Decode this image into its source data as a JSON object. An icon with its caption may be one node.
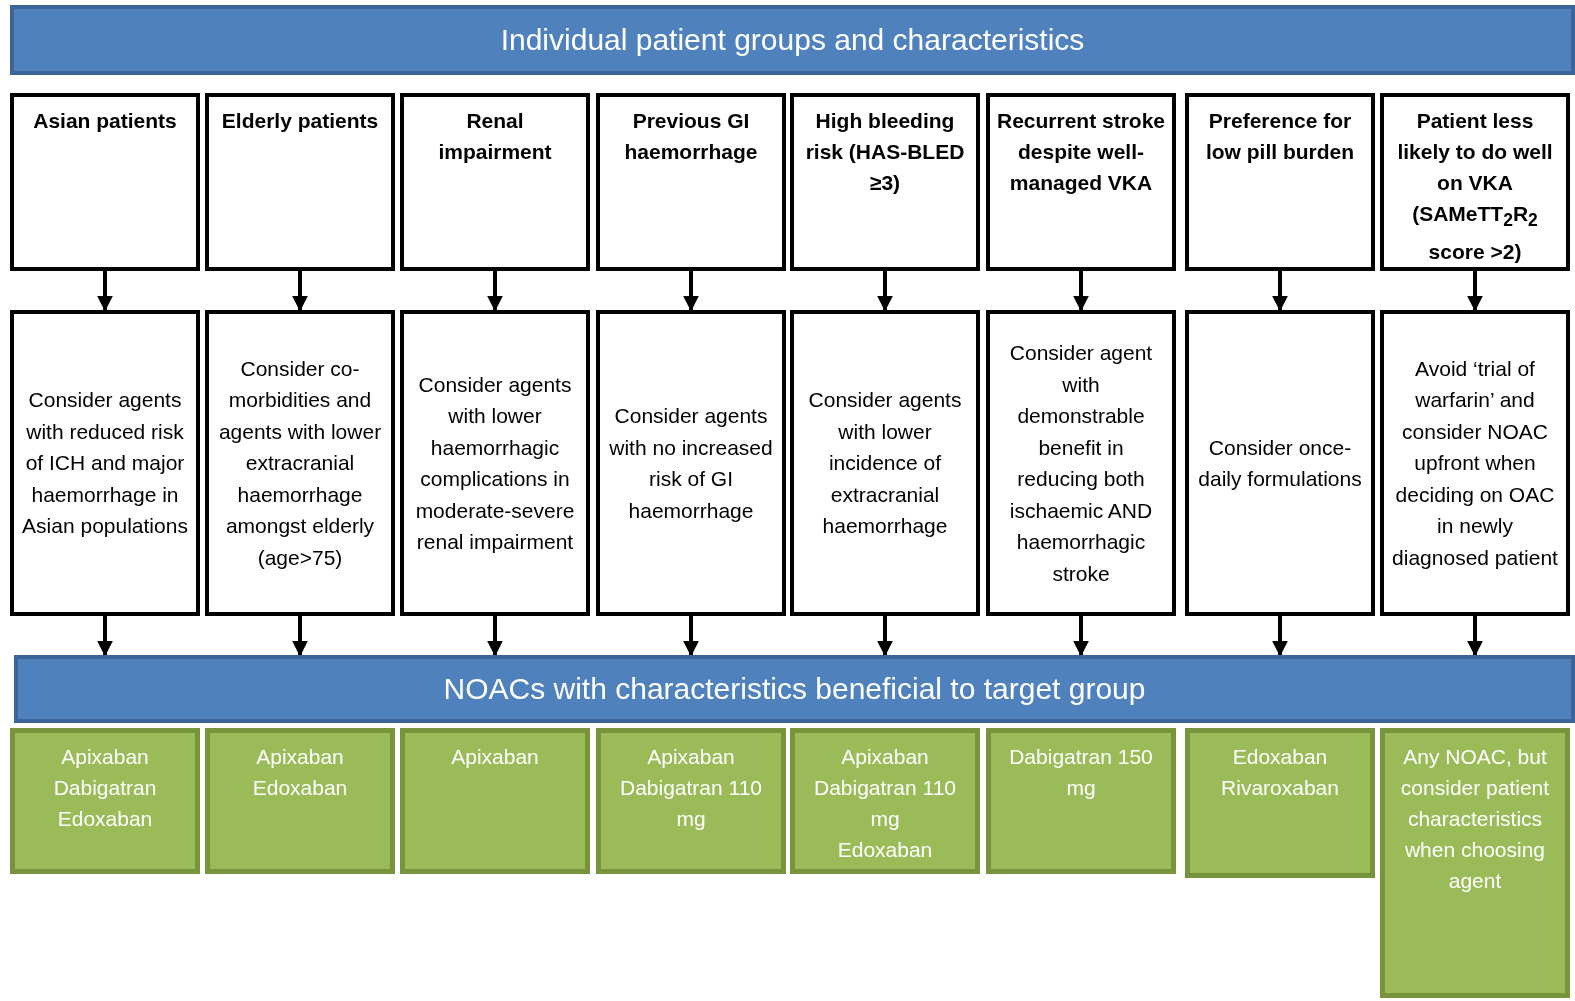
{
  "diagram": {
    "nodes": [
      {
        "text": [
          "Individual patient groups and characteristics"
        ]
      },
      {
        "text": [
          "Asian patients"
        ]
      },
      {
        "text": [
          "Elderly patients"
        ]
      },
      {
        "text": [
          "Renal impairment"
        ]
      },
      {
        "text": [
          "Previous GI haemorrhage"
        ]
      },
      {
        "text": [
          "High bleeding risk (HAS-BLED ≥3)"
        ]
      },
      {
        "text": [
          "Recurrent stroke despite well-managed VKA"
        ]
      },
      {
        "text": [
          "Preference for low pill burden"
        ]
      },
      {
        "text": [
          "Patient less likely to do well on VKA (SAMeTT$_{2}$R$_{2}$ score >2)"
        ]
      },
      {
        "text": [
          "Consider agents with reduced risk of ICH and major haemorrhage in Asian populations"
        ]
      },
      {
        "text": [
          "Consider co-morbidities and agents with lower extracranial haemorrhage amongst elderly (age>75)"
        ]
      },
      {
        "text": [
          "Consider agents with lower haemorrhagic complications in moderate-severe renal impairment"
        ]
      },
      {
        "text": [
          "Consider agents with no increased risk of GI haemorrhage"
        ]
      },
      {
        "text": [
          "Consider agents with lower incidence of extracranial haemorrhage"
        ]
      },
      {
        "text": [
          "Consider agent with demonstrable benefit in reducing both ischaemic AND haemorrhagic stroke"
        ]
      },
      {
        "text": [
          "Consider once-daily formulations"
        ]
      },
      {
        "text": [
          "Avoid ‘trial of warfarin’ and consider NOAC upfront when deciding on OAC in newly diagnosed patient"
        ]
      },
      {
        "text": [
          "NOACs with characteristics beneficial to target group"
        ]
      },
      {
        "text": [
          "Apixaban",
          "Dabigatran",
          "Edoxaban"
        ]
      },
      {
        "text": [
          "Apixaban",
          "Edoxaban"
        ]
      },
      {
        "text": [
          "Apixaban"
        ]
      },
      {
        "text": [
          "Apixaban",
          "Dabigatran 110 mg"
        ]
      },
      {
        "text": [
          "Apixaban",
          "Dabigatran 110 mg",
          "Edoxaban"
        ]
      },
      {
        "text": [
          "Dabigatran 150 mg"
        ]
      },
      {
        "text": [
          "Edoxaban",
          "Rivaroxaban"
        ]
      },
      {
        "text": [
          "Any NOAC, but consider patient characteristics when choosing agent"
        ]
      }
    ],
    "edges": [
      {
        "from": 1,
        "to": 9,
        "arrow": "to"
      },
      {
        "from": 2,
        "to": 10,
        "arrow": "to"
      },
      {
        "from": 3,
        "to": 11,
        "arrow": "to"
      },
      {
        "from": 4,
        "to": 12,
        "arrow": "to"
      },
      {
        "from": 5,
        "to": 13,
        "arrow": "to"
      },
      {
        "from": 6,
        "to": 14,
        "arrow": "to"
      },
      {
        "from": 7,
        "to": 15,
        "arrow": "to"
      },
      {
        "from": 8,
        "to": 16,
        "arrow": "to"
      },
      {
        "from": 9,
        "to": 17,
        "arrow": "to"
      },
      {
        "from": 10,
        "to": 17,
        "arrow": "to"
      },
      {
        "from": 11,
        "to": 17,
        "arrow": "to"
      },
      {
        "from": 12,
        "to": 17,
        "arrow": "to"
      },
      {
        "from": 13,
        "to": 17,
        "arrow": "to"
      },
      {
        "from": 14,
        "to": 17,
        "arrow": "to"
      },
      {
        "from": 15,
        "to": 17,
        "arrow": "to"
      },
      {
        "from": 16,
        "to": 17,
        "arrow": "to"
      }
    ]
  }
}
